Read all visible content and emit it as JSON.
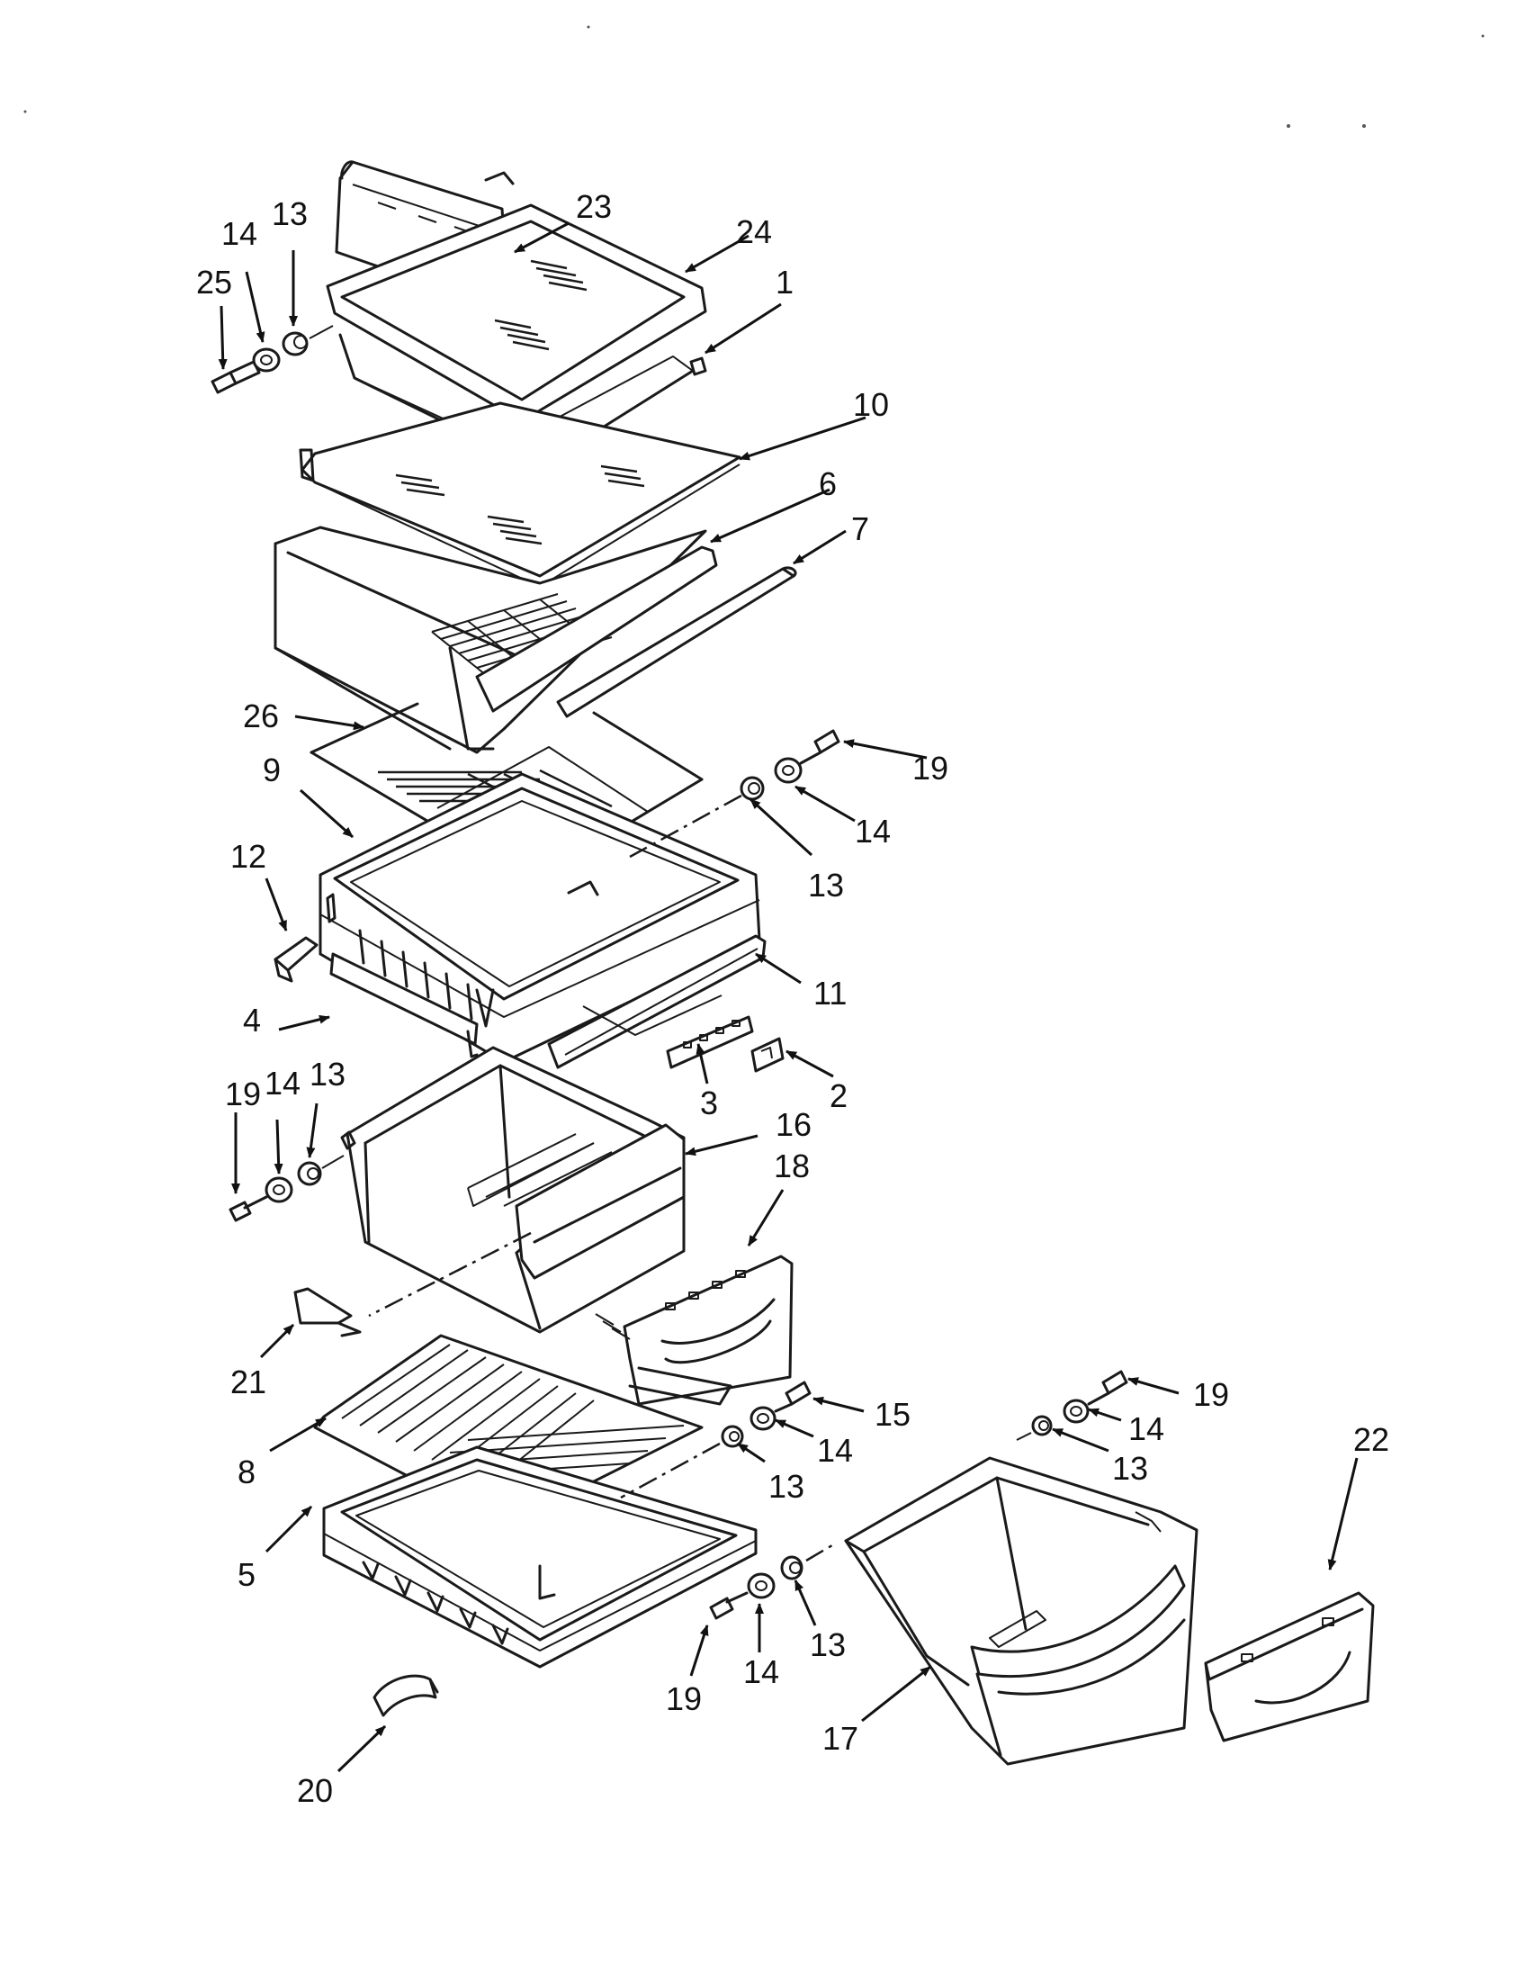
{
  "diagram": {
    "colors": {
      "line": "#1a1a1a",
      "background": "#ffffff"
    },
    "callouts": [
      {
        "id": "c23",
        "text": "23"
      },
      {
        "id": "c24",
        "text": "24"
      },
      {
        "id": "c14a",
        "text": "14"
      },
      {
        "id": "c13a",
        "text": "13"
      },
      {
        "id": "c25",
        "text": "25"
      },
      {
        "id": "c1",
        "text": "1"
      },
      {
        "id": "c10",
        "text": "10"
      },
      {
        "id": "c6",
        "text": "6"
      },
      {
        "id": "c7",
        "text": "7"
      },
      {
        "id": "c26",
        "text": "26"
      },
      {
        "id": "c9",
        "text": "9"
      },
      {
        "id": "c19a",
        "text": "19"
      },
      {
        "id": "c14b",
        "text": "14"
      },
      {
        "id": "c13b",
        "text": "13"
      },
      {
        "id": "c12",
        "text": "12"
      },
      {
        "id": "c4",
        "text": "4"
      },
      {
        "id": "c11",
        "text": "11"
      },
      {
        "id": "c3",
        "text": "3"
      },
      {
        "id": "c2",
        "text": "2"
      },
      {
        "id": "c19b",
        "text": "19"
      },
      {
        "id": "c14c",
        "text": "14"
      },
      {
        "id": "c13c",
        "text": "13"
      },
      {
        "id": "c16",
        "text": "16"
      },
      {
        "id": "c18",
        "text": "18"
      },
      {
        "id": "c21",
        "text": "21"
      },
      {
        "id": "c15",
        "text": "15"
      },
      {
        "id": "c14d",
        "text": "14"
      },
      {
        "id": "c13d",
        "text": "13"
      },
      {
        "id": "c8",
        "text": "8"
      },
      {
        "id": "c5",
        "text": "5"
      },
      {
        "id": "c19c",
        "text": "19"
      },
      {
        "id": "c14e",
        "text": "14"
      },
      {
        "id": "c13e",
        "text": "13"
      },
      {
        "id": "c22",
        "text": "22"
      },
      {
        "id": "c19d",
        "text": "19"
      },
      {
        "id": "c14f",
        "text": "14"
      },
      {
        "id": "c13f",
        "text": "13"
      },
      {
        "id": "c17",
        "text": "17"
      },
      {
        "id": "c20",
        "text": "20"
      }
    ]
  }
}
